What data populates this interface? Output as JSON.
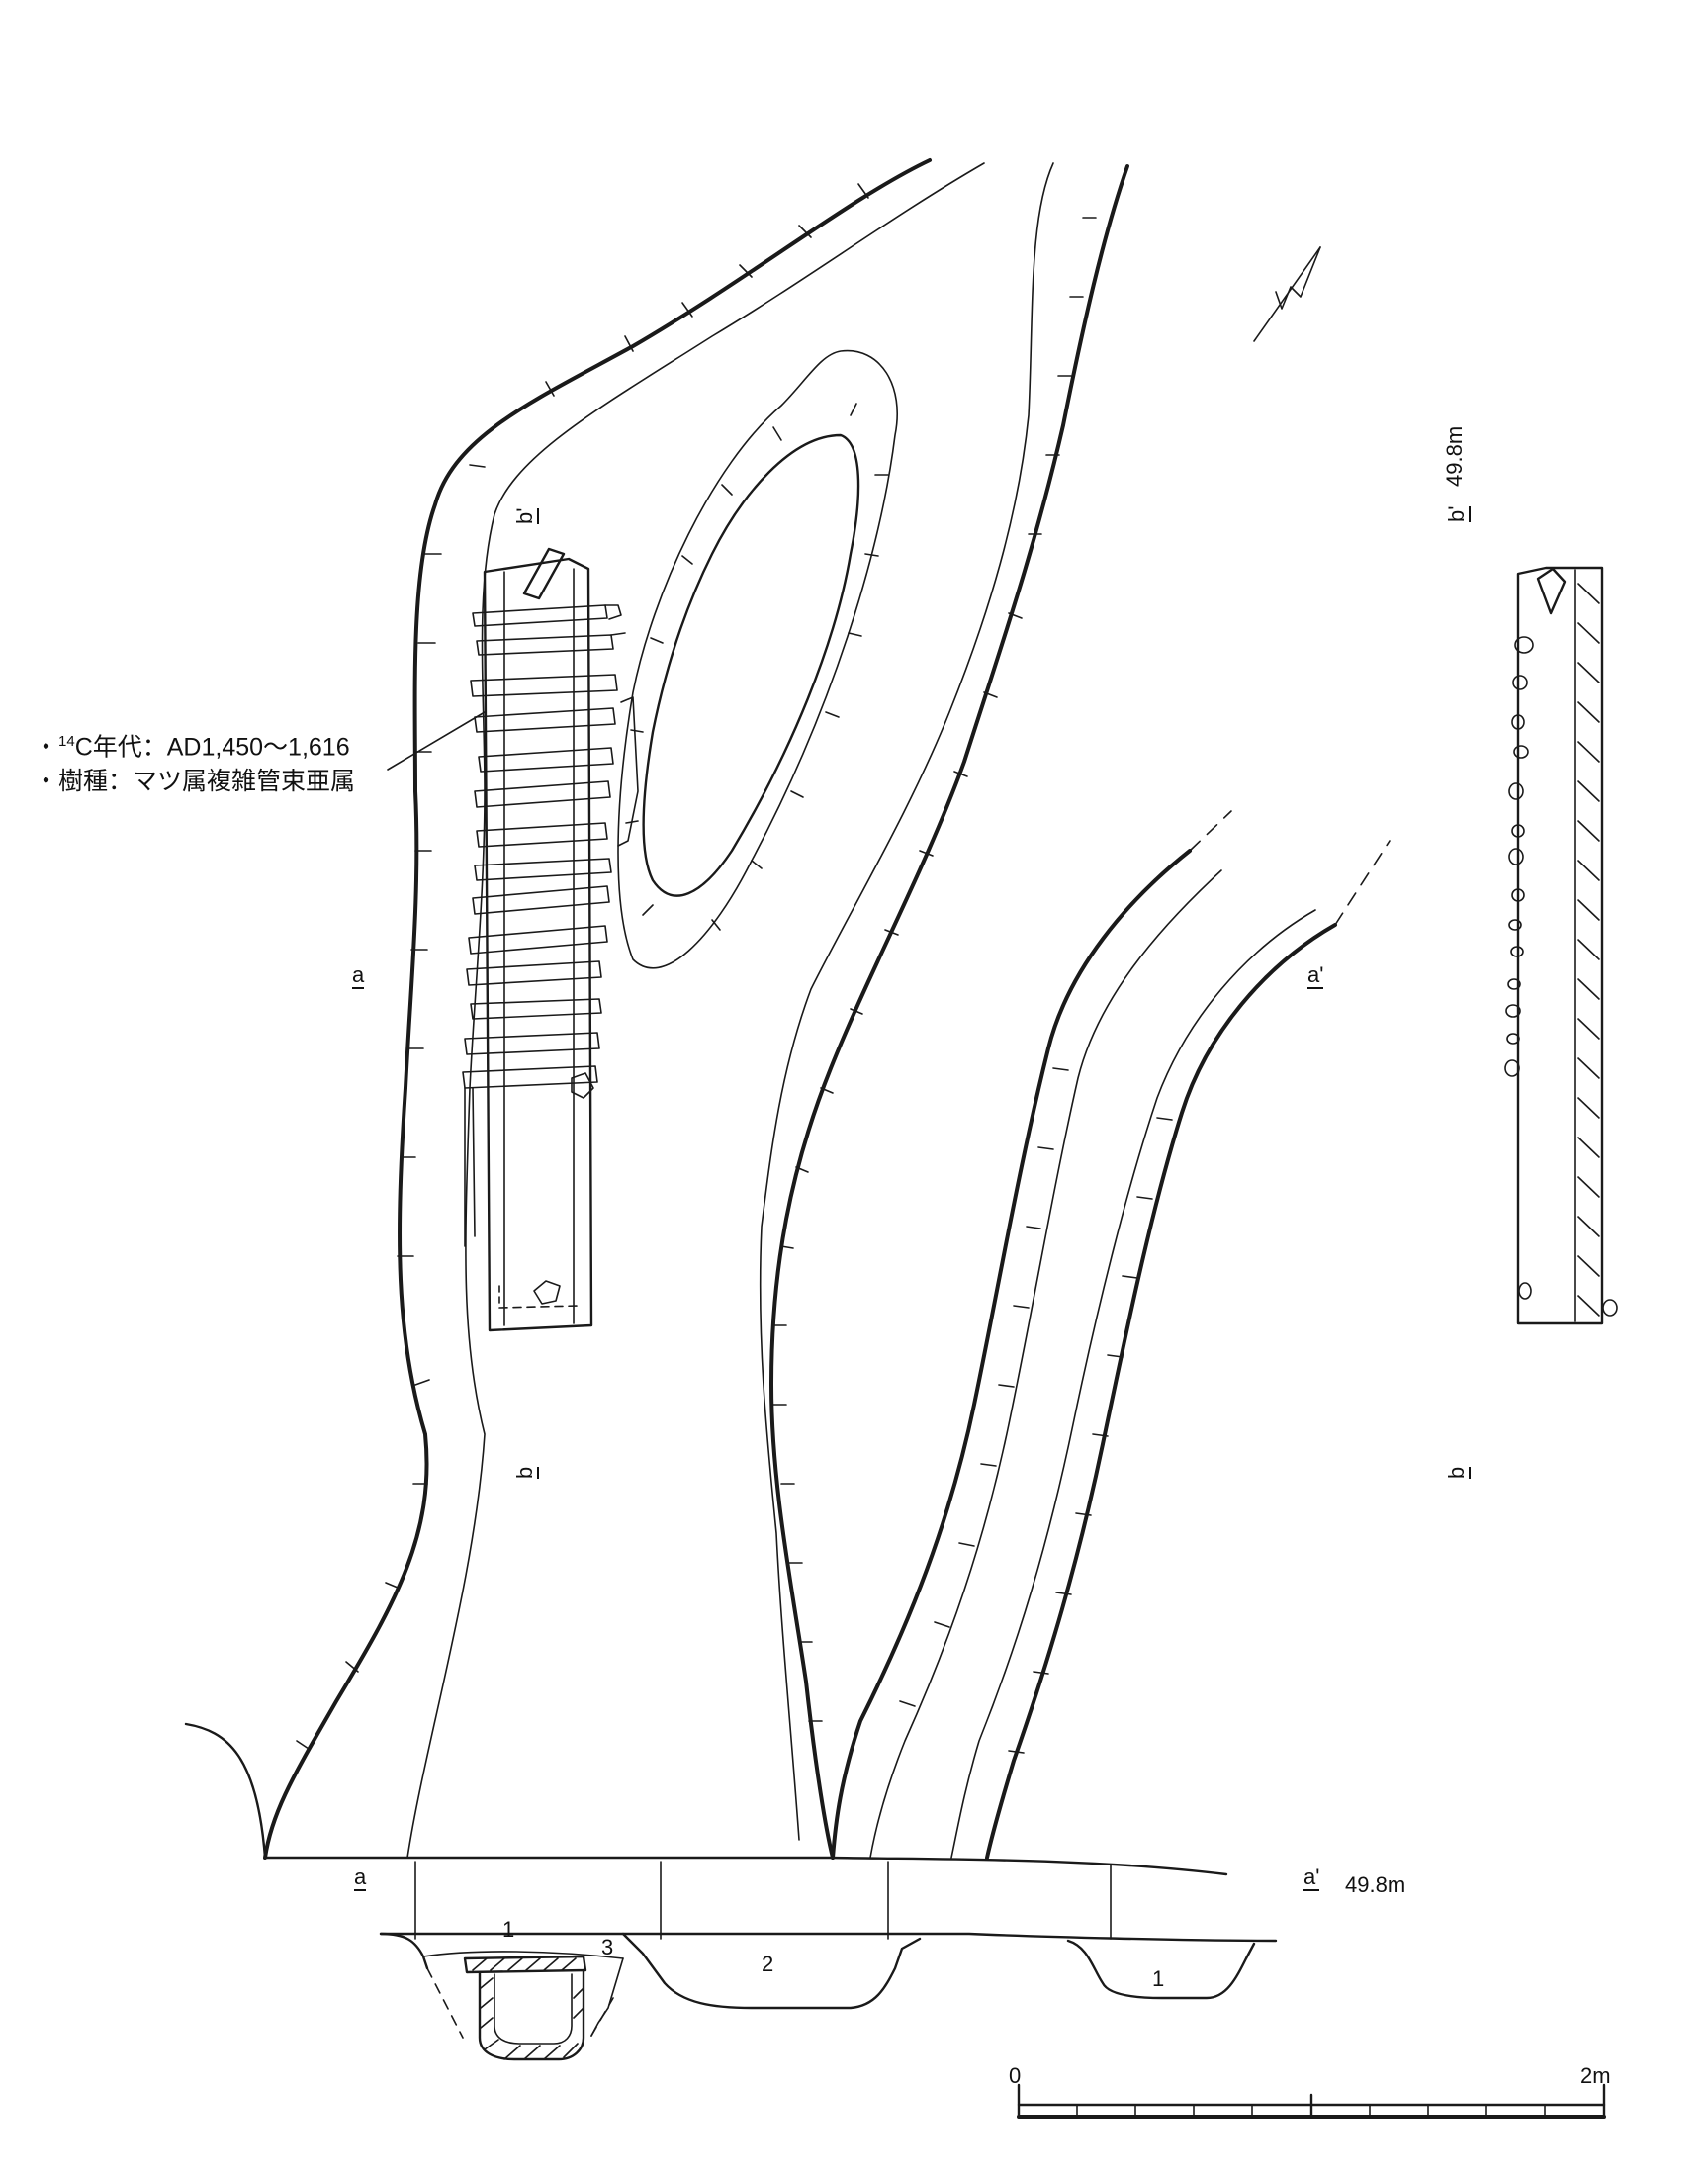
{
  "annotation": {
    "c14_prefix": "・",
    "c14_sup": "14",
    "c14_text": "C年代：AD1,450～1,616",
    "species": "・樹種：マツ属複雑管束亜属"
  },
  "plan_labels": {
    "a": "a",
    "a_prime": "a'",
    "b": "b",
    "b_prime": "b'"
  },
  "section_ab": {
    "b_prime": "b'",
    "b": "b",
    "elevation": "49.8m"
  },
  "section_aa": {
    "a": "a",
    "a_prime": "a'",
    "elevation": "49.8m",
    "layers": [
      "1",
      "2",
      "3",
      "1"
    ]
  },
  "scale": {
    "start": "0",
    "end": "2m"
  },
  "colors": {
    "line": "#1a1a1a",
    "paper": "#ffffff"
  }
}
